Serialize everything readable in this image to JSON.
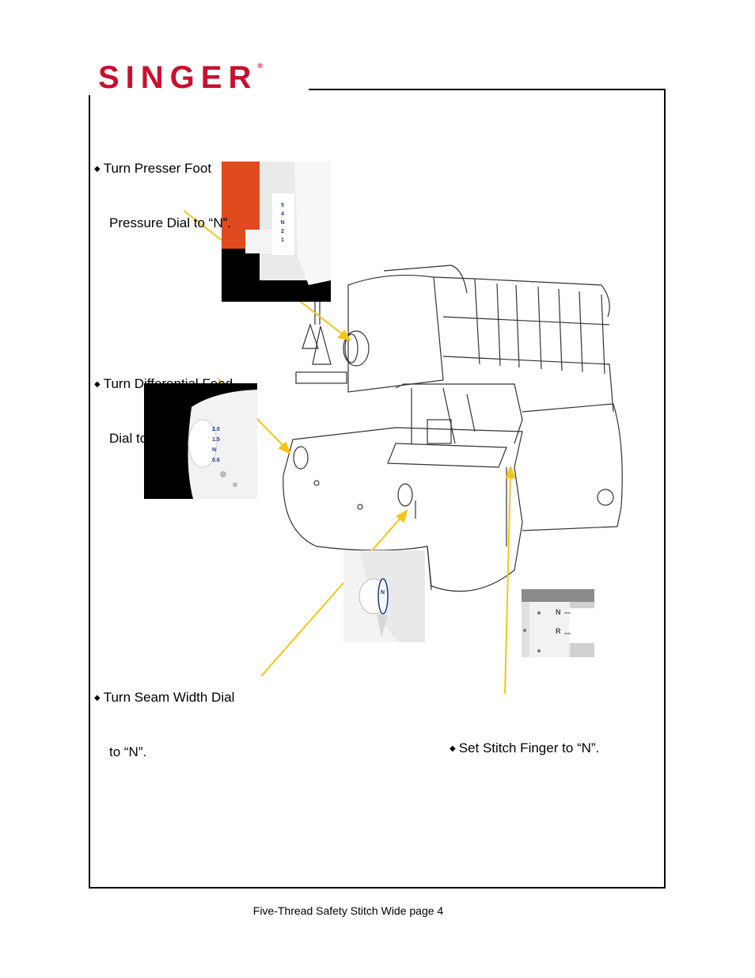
{
  "brand": {
    "logo_text": "SINGER",
    "registered": "®",
    "color": "#c8102e"
  },
  "captions": {
    "presser_foot": {
      "bullet": "◆",
      "line1": "Turn Presser Foot",
      "line2": "Pressure Dial to “N”."
    },
    "differential_feed": {
      "bullet": "◆",
      "line1": "Turn Differential Feed",
      "line2": "Dial to “N”."
    },
    "seam_width": {
      "bullet": "◆",
      "line1": "Turn Seam Width Dial",
      "line2": "to “N”."
    },
    "stitch_finger": {
      "bullet": "◆",
      "line1": "Set Stitch Finger to “N”."
    }
  },
  "photos": {
    "pressure_dial": {
      "scale_marks": [
        "5",
        "4",
        "N",
        "2",
        "1"
      ]
    },
    "differential_dial": {
      "scale_marks": [
        "2.0",
        "1.5",
        "N",
        "0.6"
      ]
    },
    "seam_dial": {
      "mark": "N"
    },
    "stitch_finger": {
      "marks": [
        "N",
        "R"
      ]
    }
  },
  "colors": {
    "arrow": "#f5c518",
    "frame": "#000000"
  },
  "footer": {
    "text": "Five-Thread Safety Stitch Wide page 4"
  }
}
